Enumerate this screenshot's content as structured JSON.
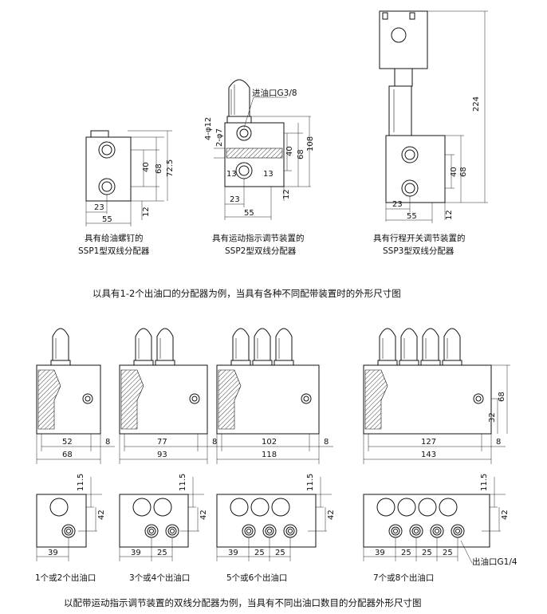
{
  "top_row": {
    "ssp1": {
      "caption_line1": "具有给油螺钉的",
      "caption_line2": "SSP1型双线分配器",
      "dims": {
        "d40": "40",
        "d68": "68",
        "d72_5": "72.5",
        "d23": "23",
        "d55": "55",
        "d12": "12"
      }
    },
    "ssp2": {
      "caption_line1": "具有运动指示调节装置的",
      "caption_line2": "SSP2型双线分配器",
      "inlet_label": "进油口G3/8",
      "dims": {
        "phi12": "4-φ12",
        "phi7": "2-φ7",
        "d13a": "13",
        "d13b": "13",
        "d40": "40",
        "d68": "68",
        "d108": "108",
        "d23": "23",
        "d55": "55",
        "d12": "12"
      }
    },
    "ssp3": {
      "caption_line1": "具有行程开关调节装置的",
      "caption_line2": "SSP3型双线分配器",
      "dims": {
        "d224": "224",
        "d40": "40",
        "d68": "68",
        "d23": "23",
        "d55": "55",
        "d12": "12"
      }
    },
    "note": "以具有1-2个出油口的分配器为例，当具有各种不同配带装置时的外形尺寸图"
  },
  "middle_row": {
    "views": [
      {
        "inner": "52",
        "gap": "8",
        "total": "68"
      },
      {
        "inner": "77",
        "gap": "8",
        "total": "93"
      },
      {
        "inner": "102",
        "gap": "8",
        "total": "118"
      },
      {
        "inner": "127",
        "gap": "8",
        "total": "143",
        "h68": "68",
        "h32": "32"
      }
    ]
  },
  "bottom_row": {
    "views": [
      {
        "caption": "1个或2个出油口",
        "d11_5": "11.5",
        "d42": "42",
        "d39": "39",
        "pitches": []
      },
      {
        "caption": "3个或4个出油口",
        "d11_5": "11.5",
        "d42": "42",
        "d39": "39",
        "pitches": [
          "25"
        ]
      },
      {
        "caption": "5个或6个出油口",
        "d11_5": "11.5",
        "d42": "42",
        "d39": "39",
        "pitches": [
          "25",
          "25"
        ]
      },
      {
        "caption": "7个或8个出油口",
        "d11_5": "11.5",
        "d42": "42",
        "d39": "39",
        "pitches": [
          "25",
          "25",
          "25"
        ],
        "outlet_label": "出油口G1/4"
      }
    ],
    "note": "以配带运动指示调节装置的双线分配器为例，当具有不同出油口数目的分配器外形尺寸图"
  }
}
